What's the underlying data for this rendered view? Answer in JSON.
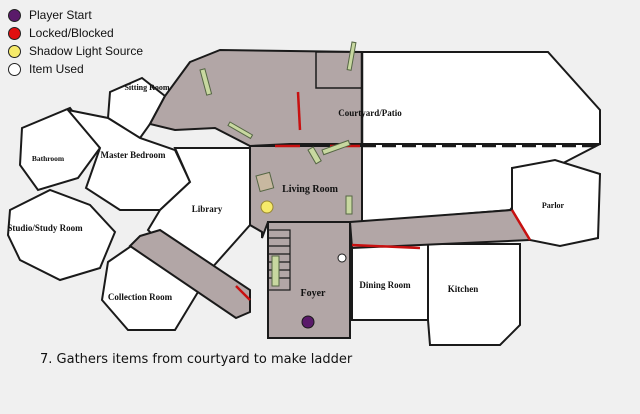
{
  "legend": {
    "items": [
      {
        "label": "Player Start",
        "color": "#5a1a6a"
      },
      {
        "label": "Locked/Blocked",
        "color": "#e01010"
      },
      {
        "label": "Shadow Light Source",
        "color": "#f6ea6a"
      },
      {
        "label": "Item Used",
        "color": "#ffffff"
      }
    ]
  },
  "caption": "7. Gathers items from courtyard to make ladder",
  "rooms": {
    "sitting_room": "Sitting Room",
    "courtyard": "Courtyard/Patio",
    "bathroom": "Bathroom",
    "master_bedroom": "Master Bedroom",
    "living_room": "Living Room",
    "parlor": "Parlor",
    "studio": "Studio/Study Room",
    "library": "Library",
    "collection_room": "Collection Room",
    "foyer": "Foyer",
    "dining_room": "Dining Room",
    "kitchen": "Kitchen"
  },
  "colors": {
    "path": "#b2a6a6",
    "wall": "#1a1a1a",
    "locked": "#c81010",
    "floor": "#ffffff",
    "item": "#c8d8a0"
  }
}
